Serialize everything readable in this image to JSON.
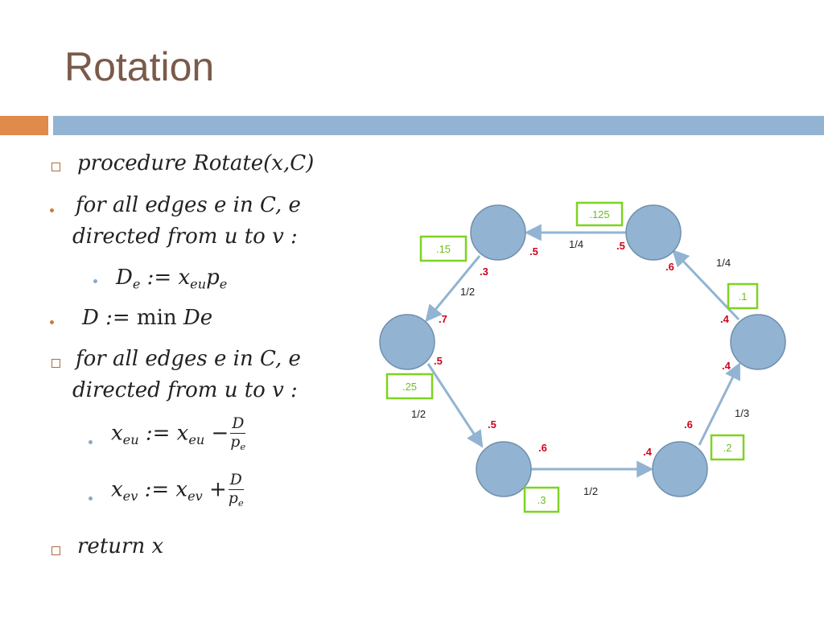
{
  "title": "Rotation",
  "pseudocode": {
    "procedure": "procedure Rotate(x,C)",
    "for1_a": "for all edges e in C, e",
    "for1_b": "directed from u to v :",
    "de_lhs": "D",
    "de_sub": "e",
    "de_op": " :=  x",
    "de_sub2": "eu",
    "de_p": "p",
    "de_sub3": "e",
    "d_lhs": "D :=",
    "d_min": "min",
    "d_rhs": "De",
    "for2_a": "for all edges e in C, e",
    "for2_b": "directed from u to v :",
    "xeu_lhs": "x",
    "xeu_sub": "eu",
    "xeu_mid": " :=  x",
    "xeu_sub2": "eu",
    "xeu_op": "  −",
    "xev_lhs": "x",
    "xev_sub": "ev",
    "xev_mid": " :=  x",
    "xev_sub2": "ev",
    "xev_op": "  +",
    "frac_num": "D",
    "frac_den": "p",
    "frac_den_sub": "e",
    "return": "return x"
  },
  "graph": {
    "node_color": "#92b4d2",
    "edge_color": "#92b4d2",
    "flow_color": "#d0021b",
    "box_color": "#7ed321",
    "edge_labels": [
      "1/4",
      "1/2",
      "1/2",
      "1/2",
      "1/3",
      "1/4"
    ],
    "flow_labels": [
      ".5",
      ".5",
      ".3",
      ".7",
      ".5",
      ".5",
      ".6",
      ".4",
      ".6",
      ".4",
      ".4",
      ".6"
    ],
    "box_labels": [
      ".125",
      ".15",
      ".25",
      ".3",
      ".2",
      ".1"
    ]
  }
}
